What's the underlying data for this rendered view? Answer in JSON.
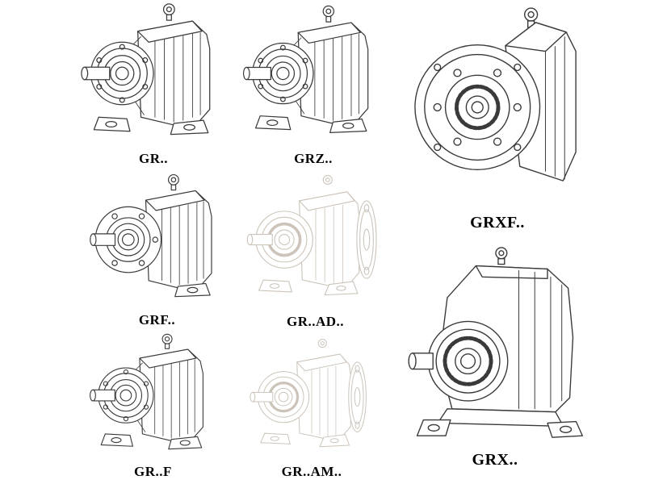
{
  "page": {
    "background_color": "#ffffff",
    "line_color": "#3a3a3a",
    "faded_line_color": "#ccc4ba",
    "label_color": "#000000",
    "description": "Catalog sheet of helical gear reducer model variants shown as isometric technical line drawings"
  },
  "figures": [
    {
      "id": "gr",
      "label": "GR..",
      "style": "dark"
    },
    {
      "id": "grz",
      "label": "GRZ..",
      "style": "dark"
    },
    {
      "id": "grxf",
      "label": "GRXF..",
      "style": "dark"
    },
    {
      "id": "grf",
      "label": "GRF..",
      "style": "dark"
    },
    {
      "id": "gr-ad",
      "label": "GR..AD..",
      "style": "faded"
    },
    {
      "id": "gr-f",
      "label": "GR..F",
      "style": "dark"
    },
    {
      "id": "gr-am",
      "label": "GR..AM..",
      "style": "faded"
    },
    {
      "id": "grx",
      "label": "GRX..",
      "style": "dark"
    }
  ]
}
